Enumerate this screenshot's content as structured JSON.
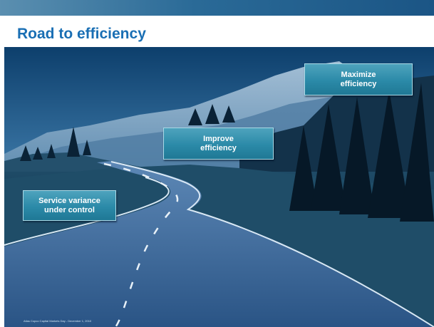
{
  "slide": {
    "title": "Road to efficiency",
    "callouts": [
      {
        "line1": "Service variance",
        "line2": "under control"
      },
      {
        "line1": "Improve",
        "line2": "efficiency"
      },
      {
        "line1": "Maximize",
        "line2": "efficiency"
      }
    ],
    "footer": "Atlas Copco Capital Markets Day - December 1, 2010"
  },
  "colors": {
    "title": "#1a6fb4",
    "callout_fill": "#2b8aa8",
    "top_bar": "#2a6a97"
  }
}
